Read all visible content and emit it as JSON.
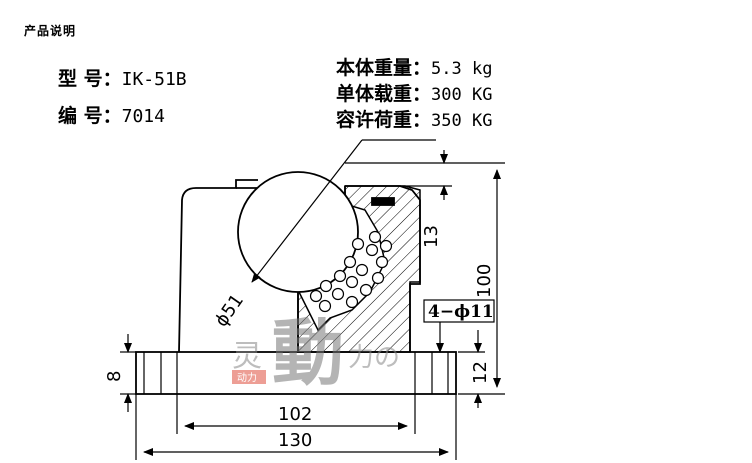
{
  "header": {
    "title": "产品说明"
  },
  "specs": {
    "model_label": "型  号：",
    "model_value": "IK-51B",
    "code_label": "编  号：",
    "code_value": "7014",
    "body_weight_label": "本体重量：",
    "body_weight_value": "5.3 kg",
    "unit_load_label": "单体载重：",
    "unit_load_value": "300 KG",
    "allow_load_label": "容许荷重：",
    "allow_load_value": "350 KG"
  },
  "dimensions": {
    "ball_dia": "ϕ51",
    "top_height": "13",
    "total_height": "100",
    "holes": "4−ϕ11",
    "flange_thickness_left": "8",
    "flange_thickness_right": "12",
    "hole_span": "102",
    "base_width": "130"
  },
  "watermark": {
    "big_char": "動",
    "side_chars": "灵",
    "text": "力の",
    "stamp": "动力"
  },
  "colors": {
    "line": "#000000",
    "watermark": "#888888",
    "stamp": "#e05040"
  }
}
